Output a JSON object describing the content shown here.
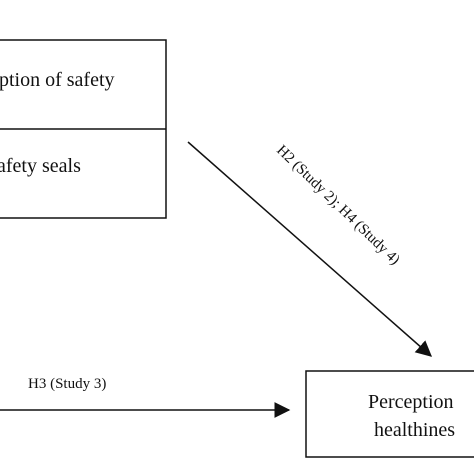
{
  "diagram": {
    "box_top": {
      "line1": "ption of safety",
      "line2": "afety seals"
    },
    "box_bottom": {
      "line1": "Perception",
      "line2": "healthines"
    },
    "arrow_diagonal": {
      "label": "H2 (Study 2); H4 (Study 4)"
    },
    "arrow_horizontal": {
      "label": "H3 (Study 3)"
    },
    "colors": {
      "stroke": "#111111",
      "background": "#ffffff"
    }
  }
}
